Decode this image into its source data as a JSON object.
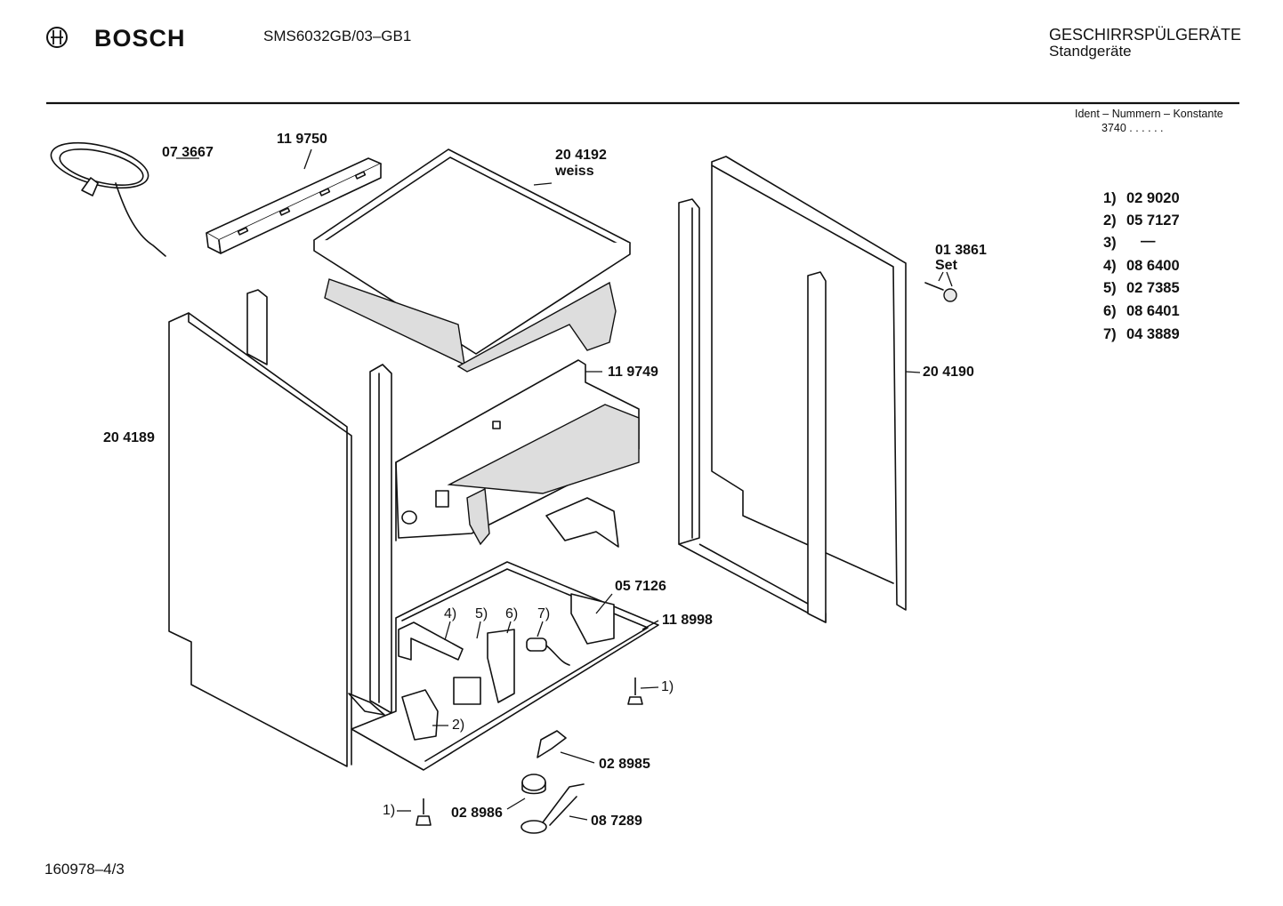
{
  "header": {
    "brand": "BOSCH",
    "model": "SMS6032GB/03–GB1",
    "category": "GESCHIRRSPÜLGERÄTE",
    "subcategory": "Standgeräte"
  },
  "ident": {
    "label": "Ident – Nummern – Konstante",
    "value": "3740 . .   . . . ."
  },
  "parts": [
    {
      "id": "cable",
      "number": "07 3667"
    },
    {
      "id": "rail",
      "number": "11 9750"
    },
    {
      "id": "top",
      "number": "20 4192",
      "note": "weiss"
    },
    {
      "id": "left-panel",
      "number": "20 4189"
    },
    {
      "id": "cross-member",
      "number": "11 9749"
    },
    {
      "id": "set",
      "number": "01 3861",
      "note": "Set"
    },
    {
      "id": "right-frame",
      "number": "20 4190"
    },
    {
      "id": "bracket",
      "number": "05 7126"
    },
    {
      "id": "base",
      "number": "11 8998"
    },
    {
      "id": "float",
      "number": "02 8985"
    },
    {
      "id": "pump-cap",
      "number": "02 8986"
    },
    {
      "id": "holder",
      "number": "08 7289"
    }
  ],
  "callouts": [
    {
      "ref": "4)"
    },
    {
      "ref": "5)"
    },
    {
      "ref": "6)"
    },
    {
      "ref": "7)"
    },
    {
      "ref": "2)"
    },
    {
      "ref": "1)"
    },
    {
      "ref": "1)"
    }
  ],
  "constants": [
    {
      "ref": "1)",
      "value": "02 9020"
    },
    {
      "ref": "2)",
      "value": "05 7127"
    },
    {
      "ref": "3)",
      "value": "—"
    },
    {
      "ref": "4)",
      "value": "08 6400"
    },
    {
      "ref": "5)",
      "value": "02 7385"
    },
    {
      "ref": "6)",
      "value": "08 6401"
    },
    {
      "ref": "7)",
      "value": "04 3889"
    }
  ],
  "footer": "160978–4/3"
}
